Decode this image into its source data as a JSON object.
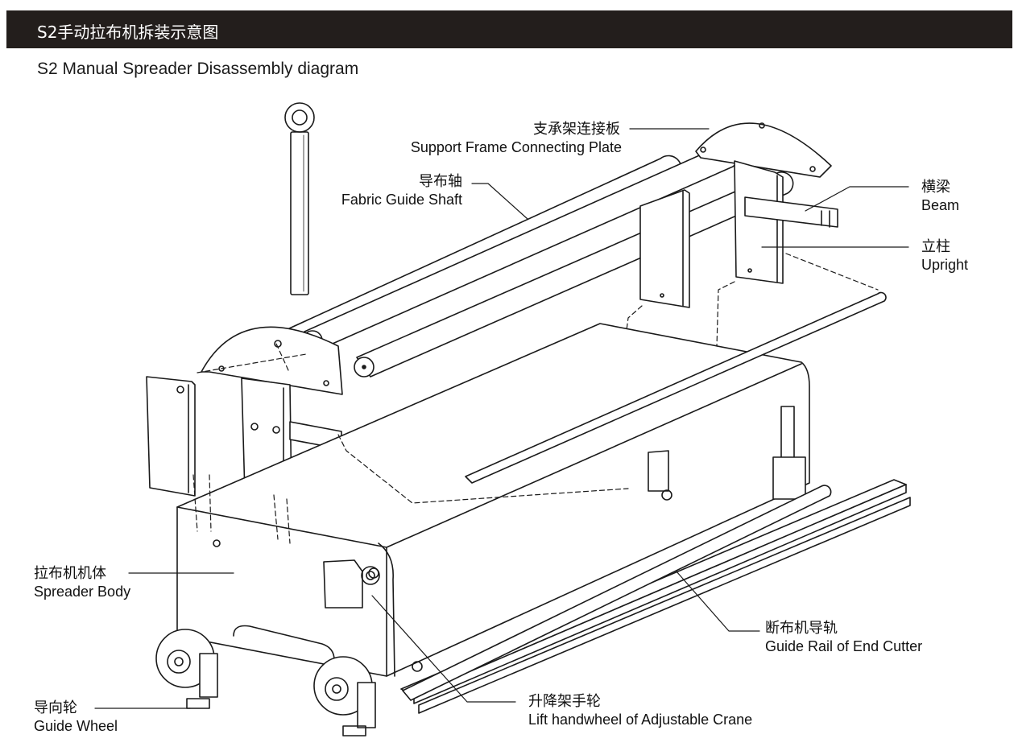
{
  "header": {
    "title_zh": "S2手动拉布机拆装示意图",
    "title_en": "S2 Manual Spreader Disassembly diagram"
  },
  "parts": [
    {
      "id": "support-frame-plate",
      "zh": "支承架连接板",
      "en": "Support Frame Connecting Plate"
    },
    {
      "id": "fabric-guide-shaft",
      "zh": "导布轴",
      "en": "Fabric Guide Shaft"
    },
    {
      "id": "beam",
      "zh": "横梁",
      "en": "Beam"
    },
    {
      "id": "upright",
      "zh": "立柱",
      "en": "Upright"
    },
    {
      "id": "spreader-body",
      "zh": "拉布机机体",
      "en": "Spreader Body"
    },
    {
      "id": "guide-rail",
      "zh": "断布机导轨",
      "en": "Guide Rail of End Cutter"
    },
    {
      "id": "lift-handwheel",
      "zh": "升降架手轮",
      "en": "Lift handwheel of Adjustable Crane"
    },
    {
      "id": "guide-wheel",
      "zh": "导向轮",
      "en": "Guide Wheel"
    }
  ],
  "colors": {
    "header_bg": "#231e1c",
    "header_text": "#ffffff",
    "line": "#1a1a1a"
  }
}
